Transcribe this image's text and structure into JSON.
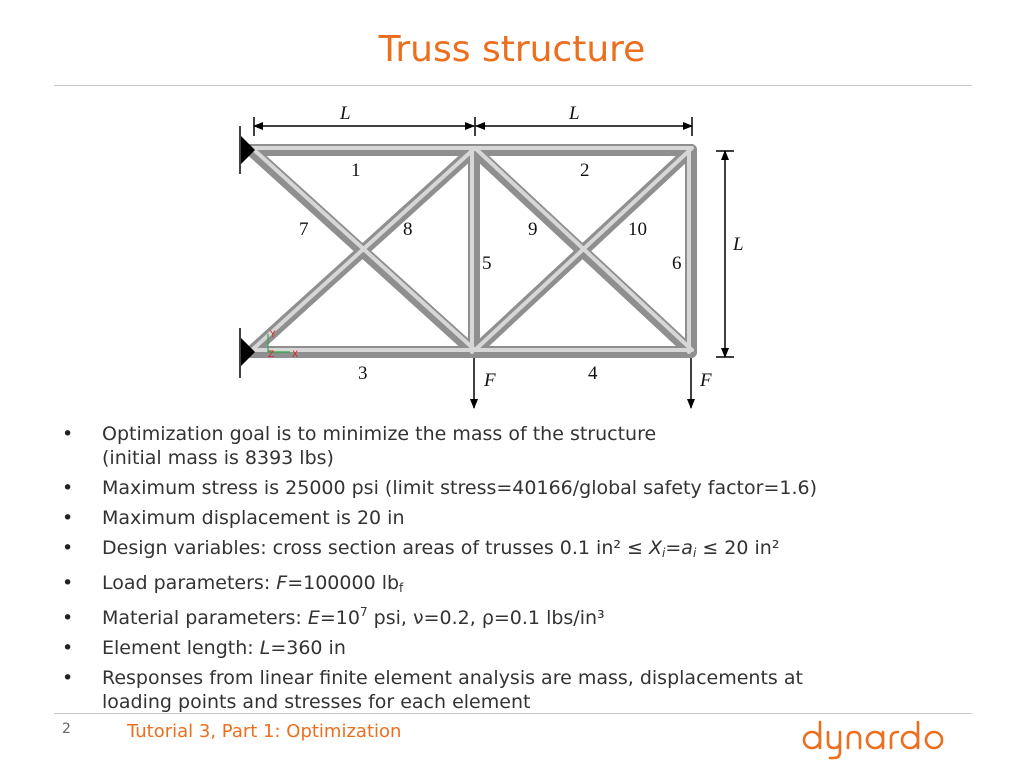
{
  "slide": {
    "title": "Truss structure",
    "page_number": "2",
    "footer": "Tutorial 3, Part 1: Optimization",
    "logo_text": "dynardo",
    "accent_color": "#EB6F1E"
  },
  "figure": {
    "dim_top_left": "L",
    "dim_top_right": "L",
    "dim_right": "L",
    "members": [
      "1",
      "2",
      "3",
      "4",
      "5",
      "6",
      "7",
      "8",
      "9",
      "10"
    ],
    "force_labels": [
      "F",
      "F"
    ],
    "axis_labels": {
      "y": "Y",
      "z": "Z",
      "x": "X"
    }
  },
  "bullets": [
    {
      "lines": [
        "Optimization goal is to minimize the mass of the structure",
        "(initial mass is 8393 lbs)"
      ]
    },
    {
      "lines": [
        "Maximum stress is 25000 psi (limit stress=40166/global safety factor=1.6)"
      ]
    },
    {
      "lines": [
        "Maximum displacement is 20 in"
      ]
    },
    {
      "prefix": "Design variables: cross section areas of trusses 0.1 in² ≤ ",
      "var1": "X",
      "sub1": "i",
      "eq": "=",
      "var2": "a",
      "sub2": "i",
      "suffix": " ≤ 20 in²"
    },
    {
      "prefix": "Load parameters: ",
      "var": "F",
      "value": "=100000 lb",
      "sub": "f"
    },
    {
      "prefix": "Material parameters: ",
      "var": "E",
      "value": "=10",
      "sup": "7",
      "rest": " psi, ν=0.2, ρ=0.1 lbs/in³"
    },
    {
      "prefix": "Element length: ",
      "var": "L",
      "value": "=360 in"
    },
    {
      "lines": [
        "Responses from linear finite element analysis are mass, displacements at",
        "loading points and stresses for each element"
      ]
    }
  ]
}
